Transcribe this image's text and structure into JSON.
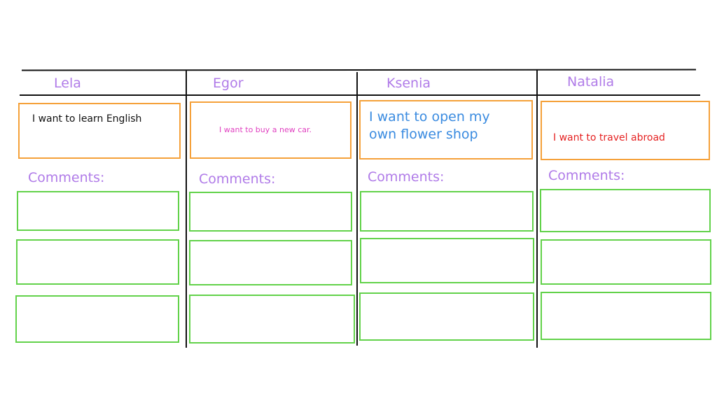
{
  "board": {
    "columns": [
      {
        "name": "Lela",
        "goal": "I want to learn English",
        "goal_color": "#111111",
        "comments_label": "Comments:"
      },
      {
        "name": "Egor",
        "goal": "I want to buy a new car.",
        "goal_color": "#e040c0",
        "comments_label": "Comments:"
      },
      {
        "name": "Ksenia",
        "goal_line1": "I want to open my",
        "goal_line2": "own flower shop",
        "goal_color": "#3a8be0",
        "comments_label": "Comments:"
      },
      {
        "name": "Natalia",
        "goal": "I want to travel abroad",
        "goal_color": "#e52222",
        "comments_label": "Comments:"
      }
    ]
  },
  "colors": {
    "name": "#b07be8",
    "goal_border": "#f5a13a",
    "comment_border": "#62d24a",
    "grid_line": "#111111"
  }
}
